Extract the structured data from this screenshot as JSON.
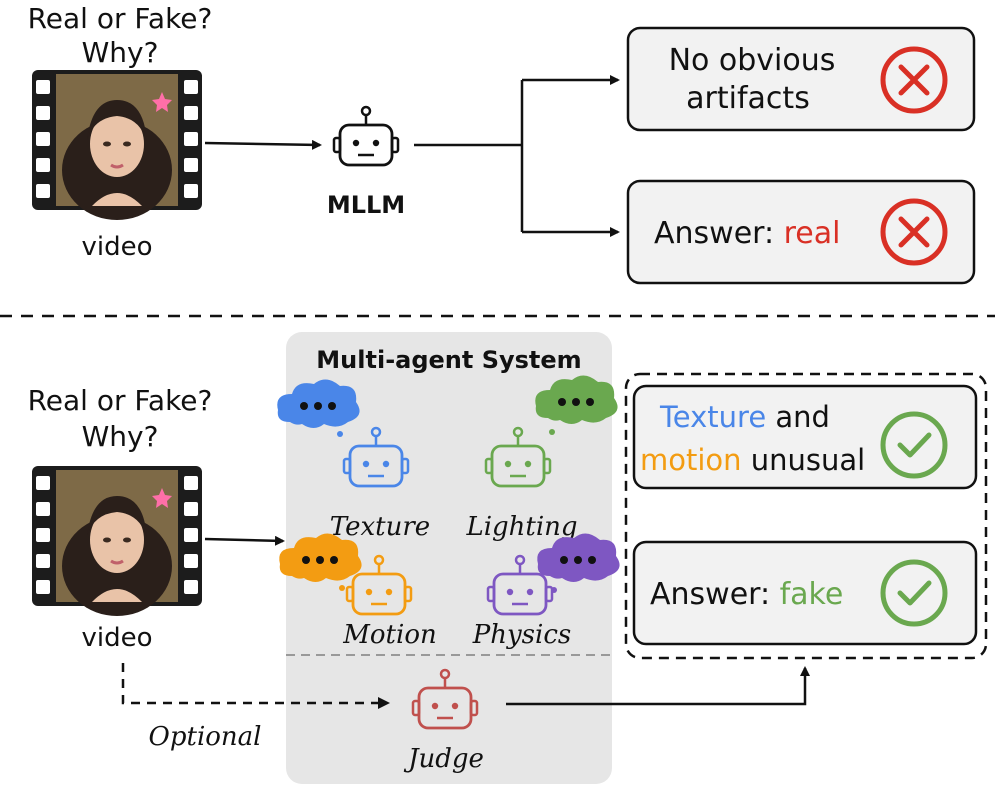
{
  "top": {
    "question_line1": "Real or Fake?",
    "question_line2": "Why?",
    "video_label": "video",
    "model_label": "MLLM",
    "output1_line1": "No obvious",
    "output1_line2": "artifacts",
    "output2_prefix": "Answer: ",
    "output2_answer": "real"
  },
  "bottom": {
    "question_line1": "Real or Fake?",
    "question_line2": "Why?",
    "video_label": "video",
    "optional_label": "Optional",
    "system_title": "Multi-agent System",
    "agents": [
      {
        "label": "Texture"
      },
      {
        "label": "Lighting"
      },
      {
        "label": "Motion"
      },
      {
        "label": "Physics"
      }
    ],
    "judge_label": "Judge",
    "output1_word1": "Texture",
    "output1_word2": " and",
    "output1_word3": "motion",
    "output1_word4": " unusual",
    "output2_prefix": "Answer: ",
    "output2_answer": "fake"
  },
  "colors": {
    "texture": "#4a86e8",
    "lighting": "#6aa84f",
    "motion": "#f39c12",
    "physics": "#7e57c2",
    "judge": "#c0504d",
    "wrong": "#d93025",
    "right": "#6aa84f"
  }
}
